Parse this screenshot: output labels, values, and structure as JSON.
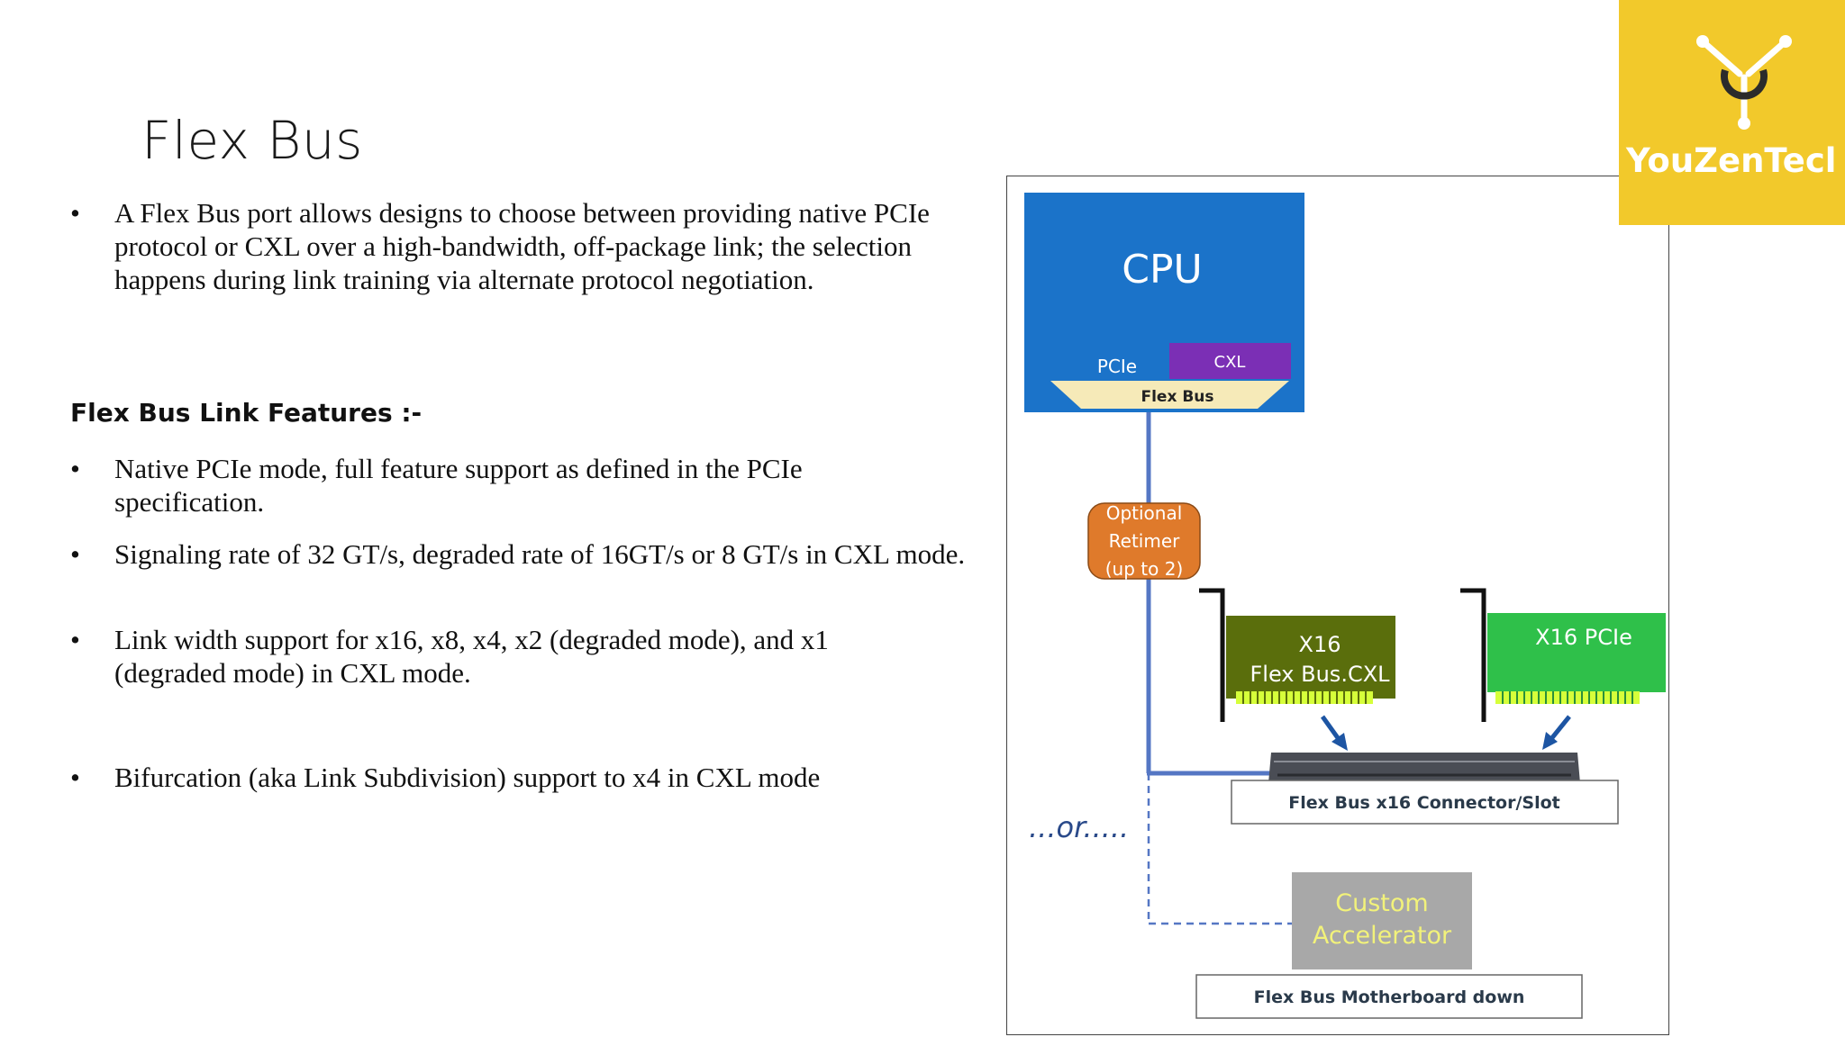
{
  "slide": {
    "title": "Flex Bus",
    "bullet_symbol": "•",
    "intro_bullet": "A Flex Bus port allows designs to choose between providing native PCIe protocol or CXL over a high-bandwidth, off-package link; the selection happens during link training via alternate protocol negotiation.",
    "features_heading": "Flex Bus Link Features :-",
    "features": [
      "Native PCIe mode, full feature support as defined in the PCIe specification.",
      "Signaling rate of 32 GT/s, degraded rate of 16GT/s or 8 GT/s in CXL mode.",
      "Link width support for x16, x8, x4, x2 (degraded mode), and x1 (degraded mode) in CXL mode.",
      "Bifurcation (aka Link Subdivision) support to x4 in CXL mode"
    ]
  },
  "diagram": {
    "cpu_label": "CPU",
    "pcie_label": "PCIe",
    "cxl_label": "CXL",
    "flexbus_label": "Flex Bus",
    "retimer_lines": [
      "Optional",
      "Retimer",
      "(up to 2)"
    ],
    "card1_lines": [
      "X16",
      "Flex Bus.CXL"
    ],
    "card2_label": "X16 PCIe",
    "connector_label": "Flex Bus x16 Connector/Slot",
    "or_label": "...or.....",
    "accelerator_lines": [
      "Custom",
      "Accelerator"
    ],
    "motherboard_label": "Flex Bus Motherboard down",
    "colors": {
      "cpu_blue": "#1b73c9",
      "cxl_purple": "#7b2fb5",
      "flexbus_cream": "#f6eab8",
      "retimer_orange": "#df7a2b",
      "card1_olive": "#5a6e0c",
      "card2_green": "#2fc04a",
      "link_blue": "#5577c4",
      "accelerator_gray": "#a8a8a8"
    }
  },
  "logo": {
    "brand_text": "YouZenTecl",
    "icon": "youzentech-logo-icon",
    "color": "#f2c92b"
  }
}
